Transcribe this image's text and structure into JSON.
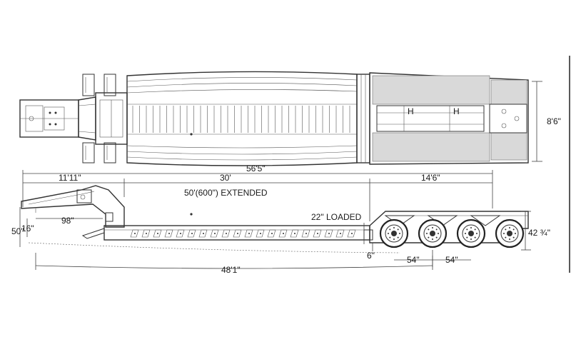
{
  "diagram": {
    "dimensions": {
      "overall_length": "56'5\"",
      "gooseneck_length": "11'11\"",
      "deck_length": "30'",
      "rear_length": "14'6\"",
      "extended": "50'(600\") EXTENDED",
      "width": "8'6\"",
      "kingpin_setting": "98\"",
      "fifth_wheel_height": "50\"",
      "gooseneck_drop": "16\"",
      "loaded_deck_height": "22\" LOADED",
      "ground_clearance": "6\"",
      "axle_spacing_1": "54\"",
      "axle_spacing_2": "54\"",
      "rear_deck_height": "42 ¾\"",
      "kingpin_to_axle": "48'1\""
    }
  }
}
